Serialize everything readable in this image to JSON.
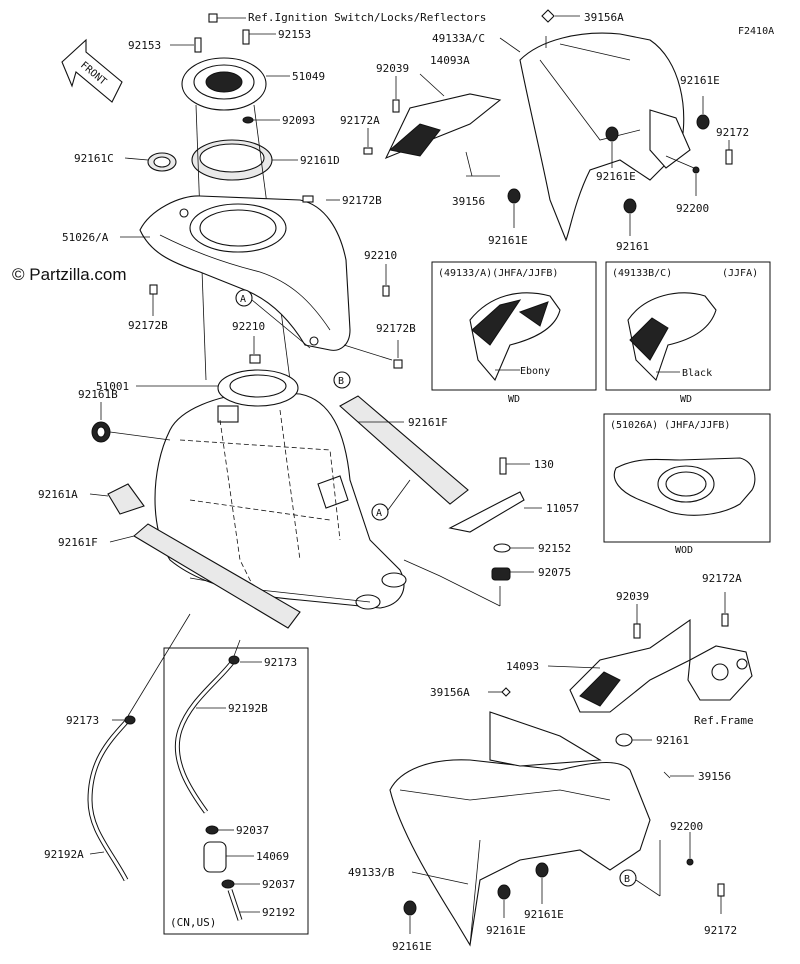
{
  "diagram_id": "F2410A",
  "watermark": "© Partzilla.com",
  "front_arrow": "FRONT",
  "labels": {
    "ref_ignition": "Ref.Ignition Switch/Locks/Reflectors",
    "p39156A_top": "39156A",
    "p92153_a": "92153",
    "p92153_b": "92153",
    "p51049": "51049",
    "p92093": "92093",
    "p92161C": "92161C",
    "p92161D": "92161D",
    "p92172B_a": "92172B",
    "p51026A": "51026/A",
    "p92172B_b": "92172B",
    "p92210_a": "92210",
    "p92210_b": "92210",
    "p92172B_c": "92172B",
    "p51001": "51001",
    "p92161B": "92161B",
    "p92161F_a": "92161F",
    "p92161A": "92161A",
    "p92161F_b": "92161F",
    "p130": "130",
    "p11057": "11057",
    "p92152": "92152",
    "p92075": "92075",
    "p49133AC": "49133A/C",
    "p14093A": "14093A",
    "p92039_a": "92039",
    "p92172A_a": "92172A",
    "p39156_a": "39156",
    "p92161E_a": "92161E",
    "p92161E_b": "92161E",
    "p92161E_c": "92161E",
    "p92161_a": "92161",
    "p92172_a": "92172",
    "p92200_a": "92200",
    "p92039_b": "92039",
    "p92172A_b": "92172A",
    "p14093": "14093",
    "ref_frame": "Ref.Frame",
    "p39156A_b": "39156A",
    "p92161_b": "92161",
    "p39156_b": "39156",
    "p92200_b": "92200",
    "p49133B": "49133/B",
    "p92161E_d": "92161E",
    "p92161E_e": "92161E",
    "p92161E_f": "92161E",
    "p92172_b": "92172",
    "p92173_a": "92173",
    "p92173_b": "92173",
    "p92192B": "92192B",
    "p92192A": "92192A",
    "p92037_a": "92037",
    "p14069": "14069",
    "p92037_b": "92037",
    "p92192": "92192",
    "cn_us": "(CN,US)",
    "callout_A": "A",
    "callout_B": "B"
  },
  "insets": {
    "ebony": {
      "header_left": "(49133/A)(JHFA/JJFB)",
      "tag": "Ebony",
      "footer": "WD"
    },
    "black": {
      "header_left": "(49133B/C)",
      "header_right": "(JJFA)",
      "tag": "Black",
      "footer": "WD"
    },
    "cover": {
      "header": "(51026A) (JHFA/JJFB)",
      "footer": "WOD"
    }
  }
}
